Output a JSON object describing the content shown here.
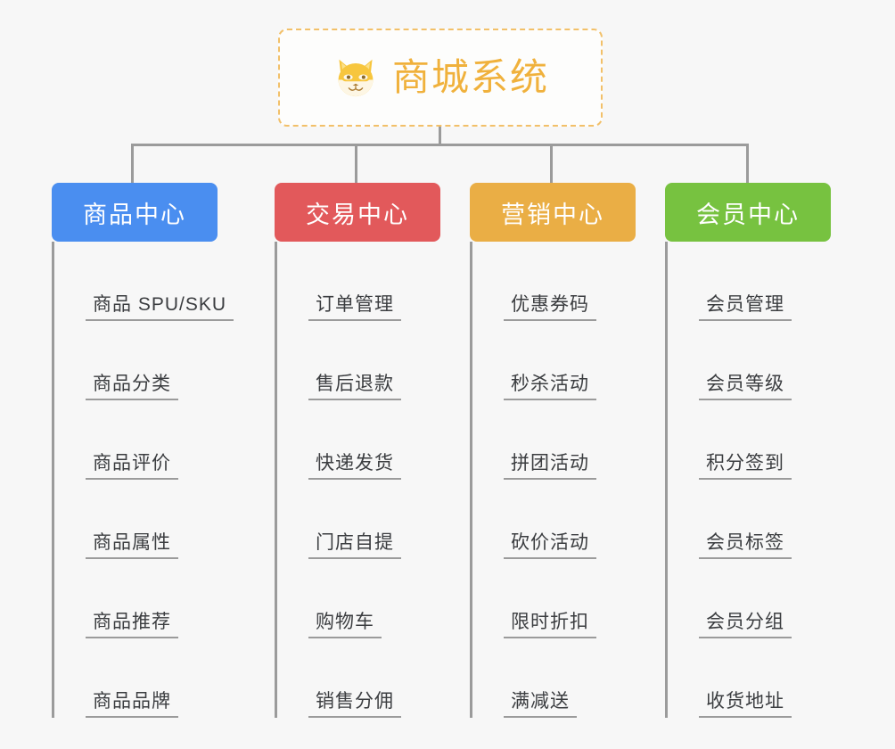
{
  "diagram": {
    "type": "mindmap-tree",
    "background_color": "#f7f7f7",
    "connector_color": "#9b9b9b",
    "root": {
      "title": "商城系统",
      "icon": "shiba-dog-face-icon",
      "border_color": "#f2c069",
      "text_color": "#f0b13c",
      "border_style": "dashed"
    },
    "branches": [
      {
        "label": "商品中心",
        "color": "#4a8ef0",
        "color_class": "c-blue",
        "items": [
          "商品 SPU/SKU",
          "商品分类",
          "商品评价",
          "商品属性",
          "商品推荐",
          "商品品牌"
        ]
      },
      {
        "label": "交易中心",
        "color": "#e2595b",
        "color_class": "c-red",
        "items": [
          "订单管理",
          "售后退款",
          "快递发货",
          "门店自提",
          "购物车",
          "销售分佣"
        ]
      },
      {
        "label": "营销中心",
        "color": "#eaae45",
        "color_class": "c-orange",
        "items": [
          "优惠券码",
          "秒杀活动",
          "拼团活动",
          "砍价活动",
          "限时折扣",
          "满减送"
        ]
      },
      {
        "label": "会员中心",
        "color": "#77c240",
        "color_class": "c-green",
        "items": [
          "会员管理",
          "会员等级",
          "积分签到",
          "会员标签",
          "会员分组",
          "收货地址"
        ]
      }
    ]
  }
}
